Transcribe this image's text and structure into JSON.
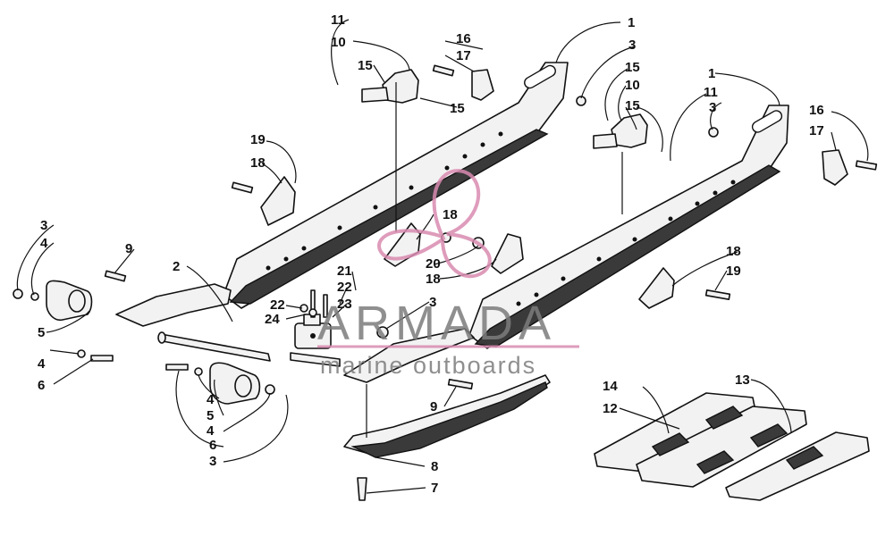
{
  "watermark": {
    "brand": "ARMADA",
    "tagline": "marine outboards",
    "accent_color": "#d98bb0"
  },
  "callouts": {
    "c1a": "1",
    "c1b": "1",
    "c2": "2",
    "c3a": "3",
    "c3b": "3",
    "c3c": "3",
    "c3d": "3",
    "c3e": "3",
    "c4a": "4",
    "c4b": "4",
    "c4c": "4",
    "c4d": "4",
    "c5a": "5",
    "c5b": "5",
    "c6a": "6",
    "c6b": "6",
    "c7": "7",
    "c8": "8",
    "c9a": "9",
    "c9b": "9",
    "c10a": "10",
    "c10b": "10",
    "c11a": "11",
    "c11b": "11",
    "c12": "12",
    "c13": "13",
    "c14": "14",
    "c15a": "15",
    "c15b": "15",
    "c15c": "15",
    "c15d": "15",
    "c16a": "16",
    "c16b": "16",
    "c17a": "17",
    "c17b": "17",
    "c18a": "18",
    "c18b": "18",
    "c18c": "18",
    "c18d": "18",
    "c19a": "19",
    "c19b": "19",
    "c20": "20",
    "c21": "21",
    "c22a": "22",
    "c22b": "22",
    "c23": "23",
    "c24": "24"
  }
}
